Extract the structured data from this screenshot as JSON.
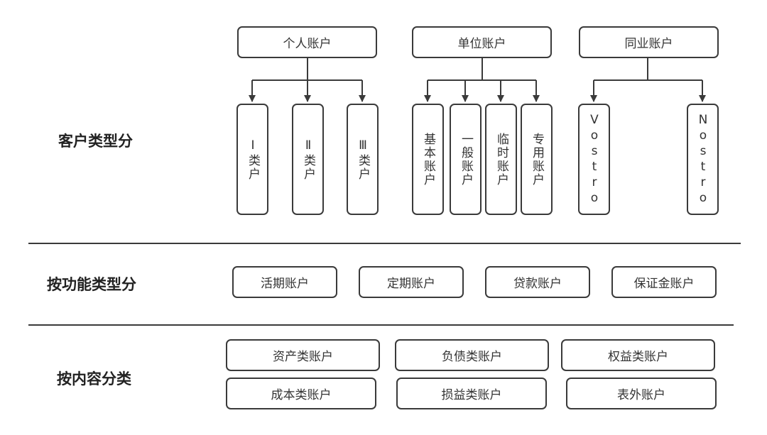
{
  "sections": {
    "customer_type": "客户类型分",
    "function_type": "按功能类型分",
    "content_type": "按内容分类"
  },
  "customer_tree": {
    "personal": {
      "label": "个人账户",
      "children": [
        "Ⅰ类户",
        "Ⅱ类户",
        "Ⅲ类户"
      ]
    },
    "unit": {
      "label": "单位账户",
      "children": [
        "基本账户",
        "一般账户",
        "临时账户",
        "专用账户"
      ]
    },
    "interbank": {
      "label": "同业账户",
      "children": [
        "Vostro",
        "Nostro"
      ]
    }
  },
  "function_accounts": [
    "活期账户",
    "定期账户",
    "贷款账户",
    "保证金账户"
  ],
  "content_accounts": [
    "资产类账户",
    "负债类账户",
    "权益类账户",
    "成本类账户",
    "损益类账户",
    "表外账户"
  ]
}
